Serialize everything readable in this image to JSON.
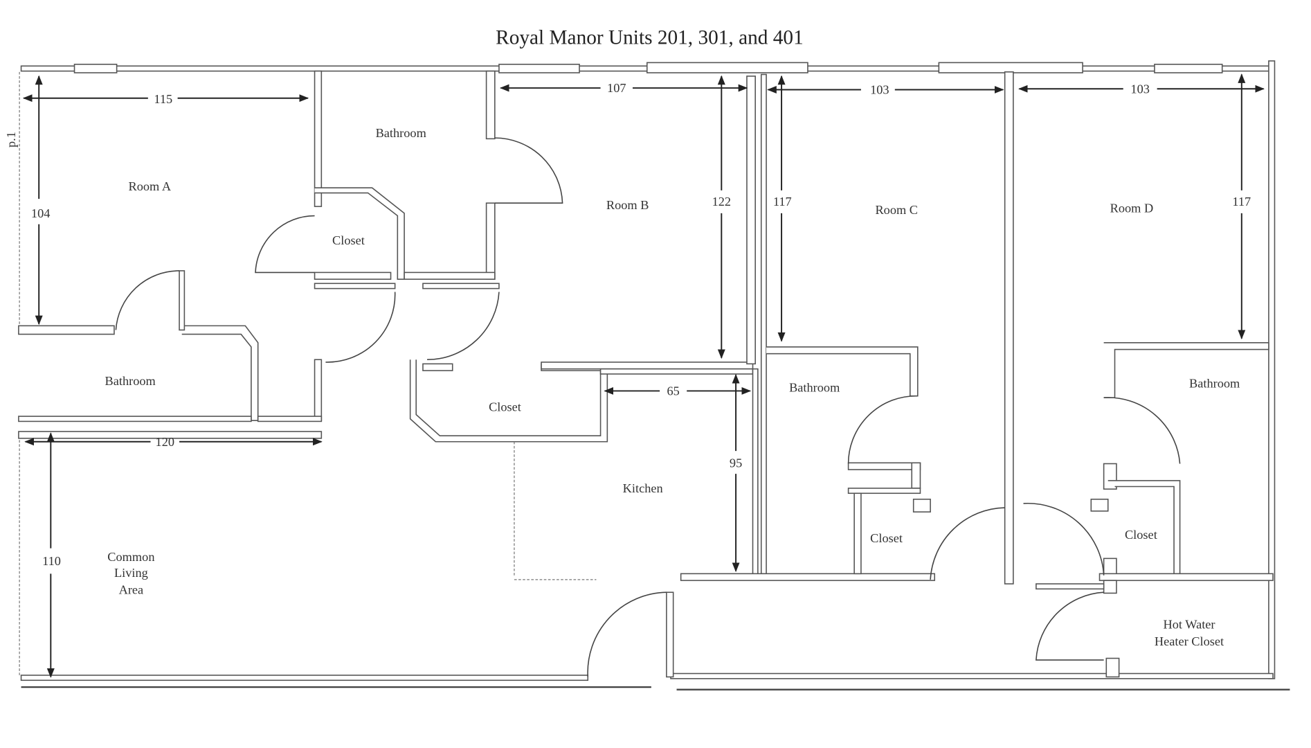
{
  "title": "Royal Manor Units 201, 301, and 401",
  "page_label": "p.1",
  "rooms": {
    "room_a": "Room A",
    "bathroom_a": "Bathroom",
    "bathroom_top": "Bathroom",
    "closet_a": "Closet",
    "room_b": "Room B",
    "closet_b": "Closet",
    "kitchen": "Kitchen",
    "room_c": "Room C",
    "bathroom_c": "Bathroom",
    "closet_c": "Closet",
    "room_d": "Room D",
    "bathroom_d": "Bathroom",
    "closet_d": "Closet",
    "common_1": "Common",
    "common_2": "Living",
    "common_3": "Area",
    "hot_water_1": "Hot Water",
    "hot_water_2": "Heater Closet"
  },
  "dimensions": {
    "room_a_width": "115",
    "room_a_depth": "104",
    "room_b_width": "107",
    "room_b_depth": "122",
    "room_c_width": "103",
    "room_c_depth": "117",
    "room_d_width": "103",
    "room_d_depth": "117",
    "common_width": "120",
    "common_depth": "110",
    "kitchen_width": "65",
    "kitchen_depth": "95"
  }
}
